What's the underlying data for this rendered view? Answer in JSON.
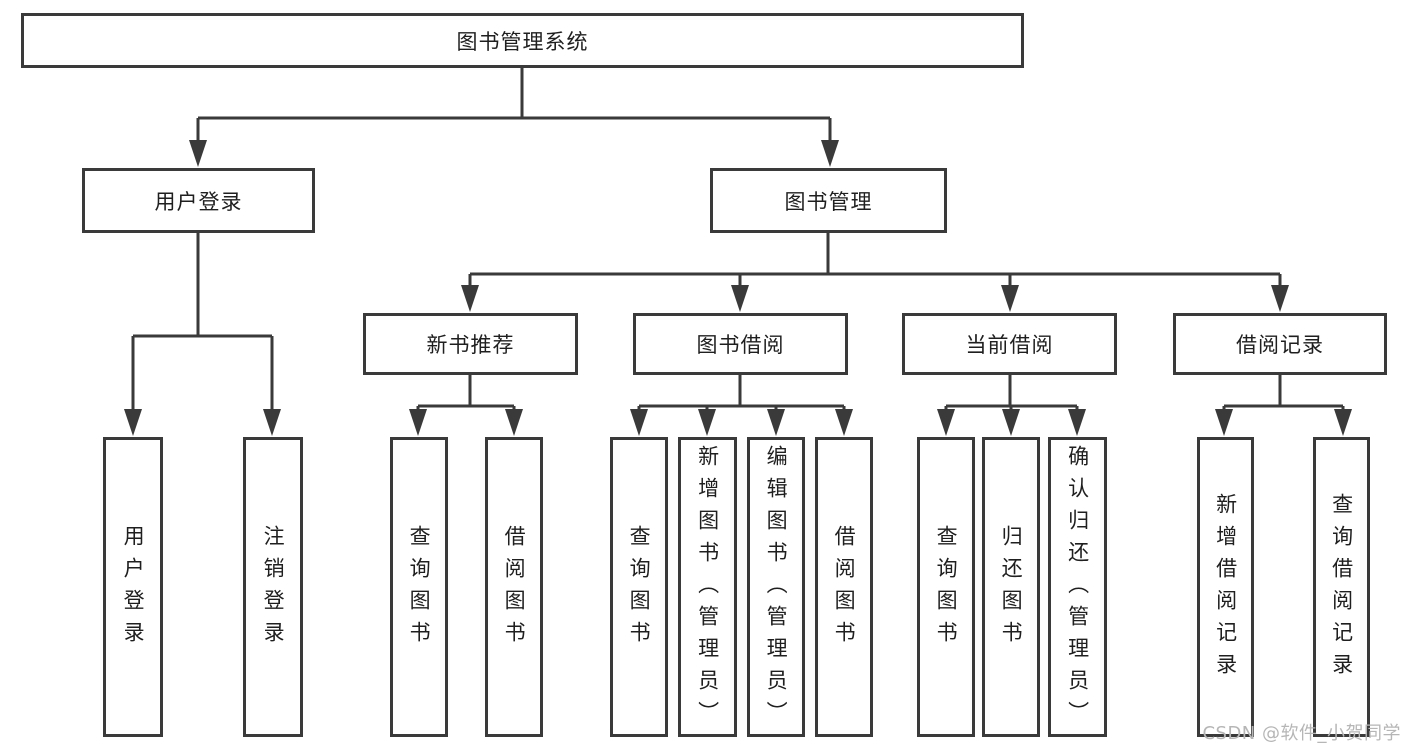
{
  "diagram": {
    "title": "图书管理系统",
    "type": "functional-structure-tree"
  },
  "tree": {
    "label": "图书管理系统",
    "children": [
      {
        "label": "用户登录",
        "children": [
          {
            "label": "用户登录"
          },
          {
            "label": "注销登录"
          }
        ]
      },
      {
        "label": "图书管理",
        "children": [
          {
            "label": "新书推荐",
            "children": [
              {
                "label": "查询图书"
              },
              {
                "label": "借阅图书"
              }
            ]
          },
          {
            "label": "图书借阅",
            "children": [
              {
                "label": "查询图书"
              },
              {
                "label": "新增图书（管理员）"
              },
              {
                "label": "编辑图书（管理员）"
              },
              {
                "label": "借阅图书"
              }
            ]
          },
          {
            "label": "当前借阅",
            "children": [
              {
                "label": "查询图书"
              },
              {
                "label": "归还图书"
              },
              {
                "label": "确认归还（管理员）"
              }
            ]
          },
          {
            "label": "借阅记录",
            "children": [
              {
                "label": "新增借阅记录"
              },
              {
                "label": "查询借阅记录"
              }
            ]
          }
        ]
      }
    ]
  },
  "watermark": {
    "text": "CSDN @软件_小贺同学"
  },
  "colors": {
    "line": "#3a3a3a",
    "box_border": "#3a3a3a",
    "text": "#1f1f1f",
    "watermark": "#b6b6b6",
    "background": "#ffffff"
  }
}
